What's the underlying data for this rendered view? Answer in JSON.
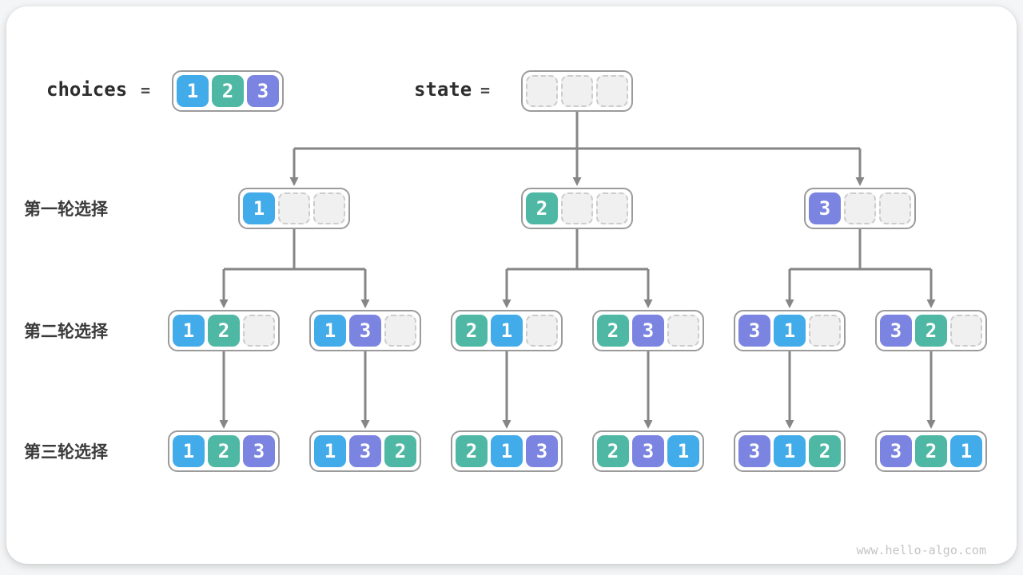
{
  "header": {
    "choices": {
      "label": "choices",
      "equals": "=",
      "cells": [
        "1",
        "2",
        "3"
      ]
    },
    "state": {
      "label": "state",
      "equals": "=",
      "cells": [
        null,
        null,
        null
      ]
    }
  },
  "levels": [
    {
      "label": "第一轮选择",
      "nodes": [
        {
          "cells": [
            "1",
            null,
            null
          ],
          "parent": -1
        },
        {
          "cells": [
            "2",
            null,
            null
          ],
          "parent": -1
        },
        {
          "cells": [
            "3",
            null,
            null
          ],
          "parent": -1
        }
      ]
    },
    {
      "label": "第二轮选择",
      "nodes": [
        {
          "cells": [
            "1",
            "2",
            null
          ],
          "parent": 0
        },
        {
          "cells": [
            "1",
            "3",
            null
          ],
          "parent": 0
        },
        {
          "cells": [
            "2",
            "1",
            null
          ],
          "parent": 1
        },
        {
          "cells": [
            "2",
            "3",
            null
          ],
          "parent": 1
        },
        {
          "cells": [
            "3",
            "1",
            null
          ],
          "parent": 2
        },
        {
          "cells": [
            "3",
            "2",
            null
          ],
          "parent": 2
        }
      ]
    },
    {
      "label": "第三轮选择",
      "nodes": [
        {
          "cells": [
            "1",
            "2",
            "3"
          ],
          "parent": 0
        },
        {
          "cells": [
            "1",
            "3",
            "2"
          ],
          "parent": 1
        },
        {
          "cells": [
            "2",
            "1",
            "3"
          ],
          "parent": 2
        },
        {
          "cells": [
            "2",
            "3",
            "1"
          ],
          "parent": 3
        },
        {
          "cells": [
            "3",
            "1",
            "2"
          ],
          "parent": 4
        },
        {
          "cells": [
            "3",
            "2",
            "1"
          ],
          "parent": 5
        }
      ]
    }
  ],
  "colors": {
    "value_1": "#42abe9",
    "value_2": "#4fb8a5",
    "value_3": "#7b84e0",
    "arrow": "#868686",
    "node_border": "#9b9b9b",
    "empty_fill": "#f0f0f0",
    "empty_border": "#cccccc"
  },
  "watermark": "www.hello-algo.com"
}
